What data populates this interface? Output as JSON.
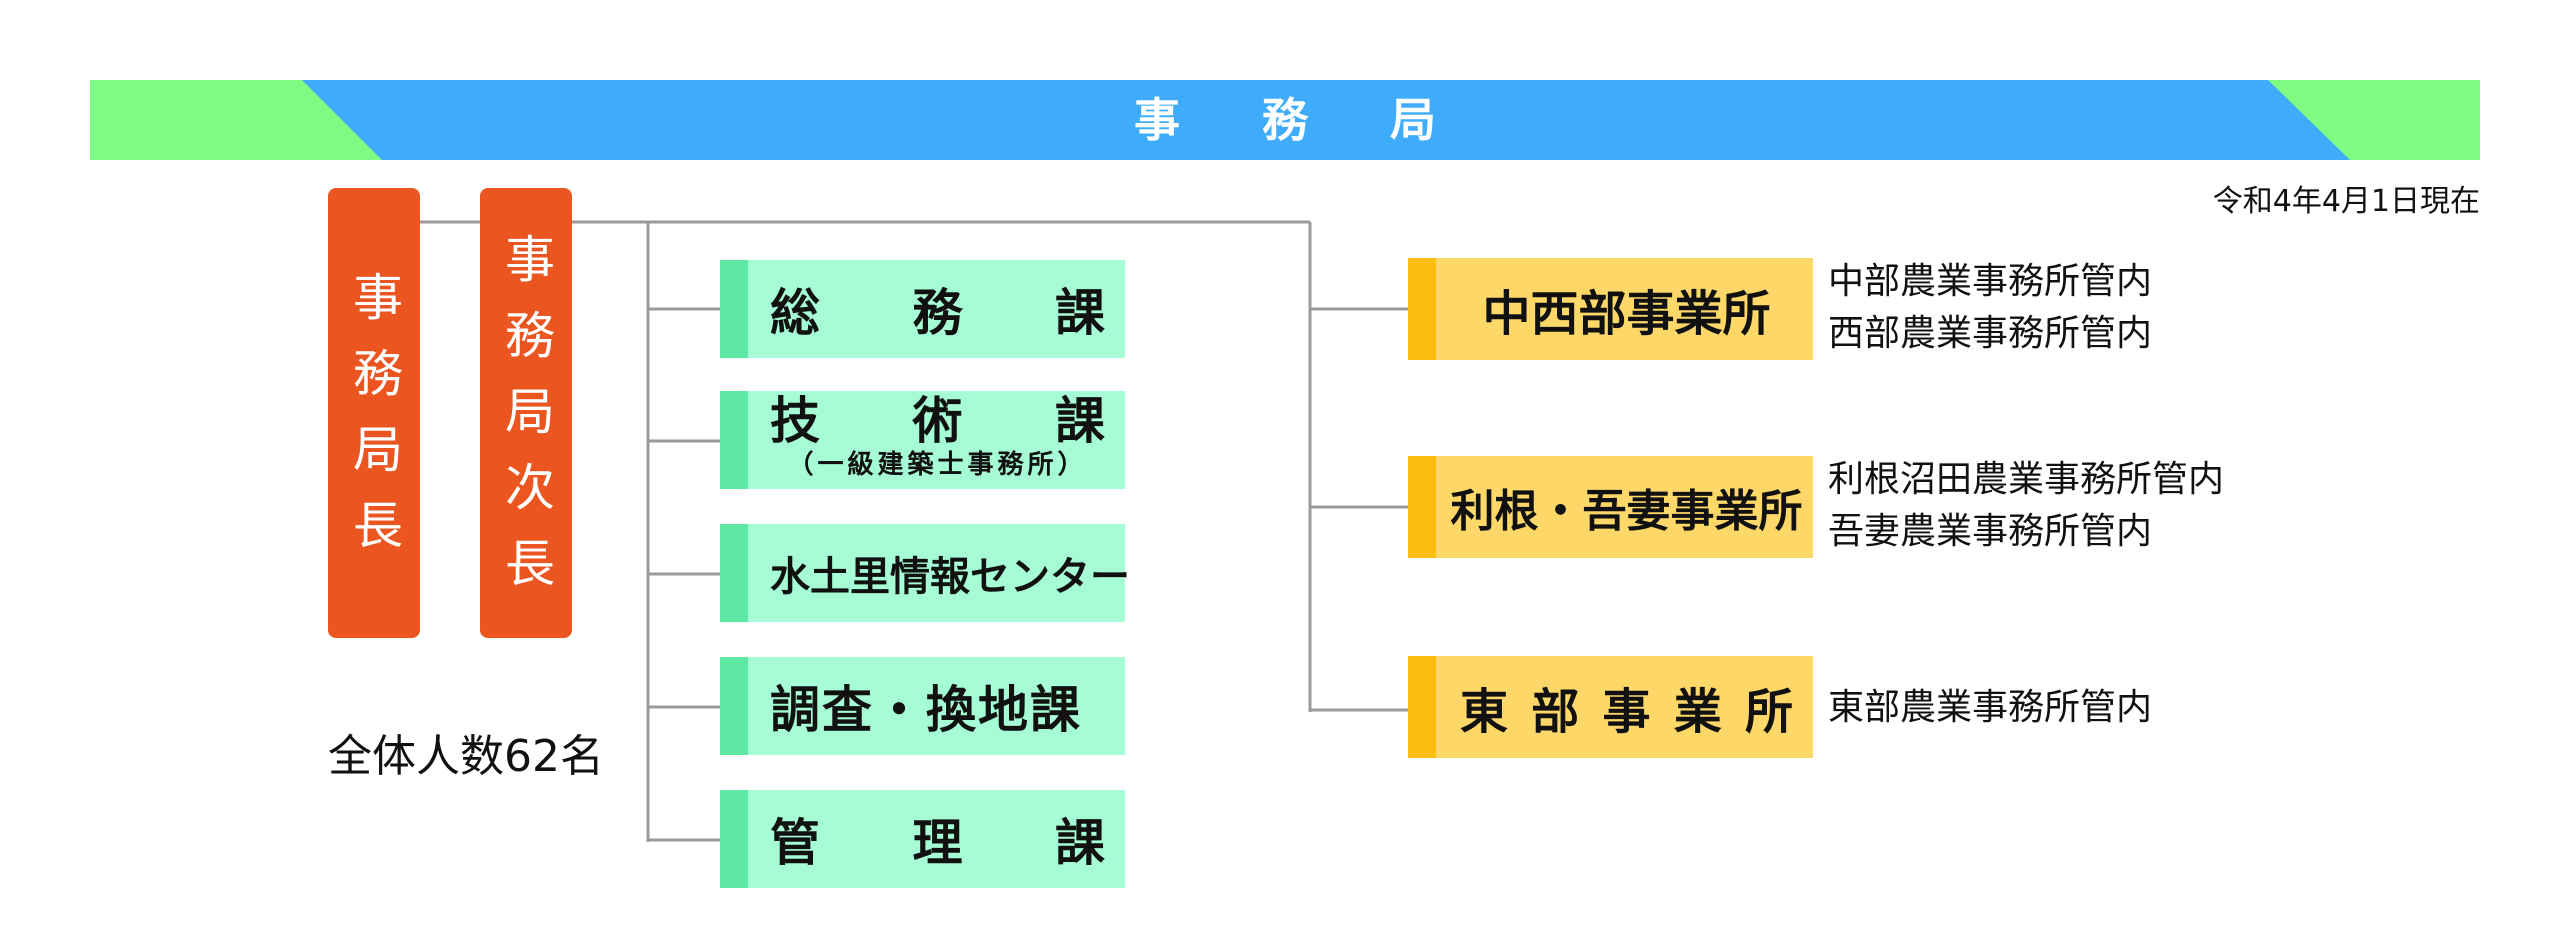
{
  "banner": {
    "title": "事務局",
    "colors": {
      "blue": "#3eacfb",
      "green": "#7ffb84"
    }
  },
  "date": "令和4年4月1日現在",
  "leaders": {
    "director": "事務局長",
    "deputy": "事務局次長"
  },
  "total_staff": "全体人数62名",
  "sections": [
    {
      "name": "総務課",
      "sub": ""
    },
    {
      "name": "技術課",
      "sub": "（一級建築士事務所）"
    },
    {
      "name": "水土里情報センター",
      "sub": ""
    },
    {
      "name": "調査・換地課",
      "sub": ""
    },
    {
      "name": "管理課",
      "sub": ""
    }
  ],
  "offices": [
    {
      "name": "中西部事業所",
      "jurisdiction": [
        "中部農業事務所管内",
        "西部農業事務所管内"
      ]
    },
    {
      "name": "利根・吾妻事業所",
      "jurisdiction": [
        "利根沼田農業事務所管内",
        "吾妻農業事務所管内"
      ]
    },
    {
      "name": "東部事業所",
      "jurisdiction": [
        "東部農業事務所管内"
      ]
    }
  ],
  "colors": {
    "leader_box": "#ea5520",
    "section_fill": "#a6fcd4",
    "section_stripe": "#5ee8a4",
    "office_fill": "#fdd868",
    "office_stripe": "#fbbd10",
    "connector": "#9a9a9a"
  }
}
